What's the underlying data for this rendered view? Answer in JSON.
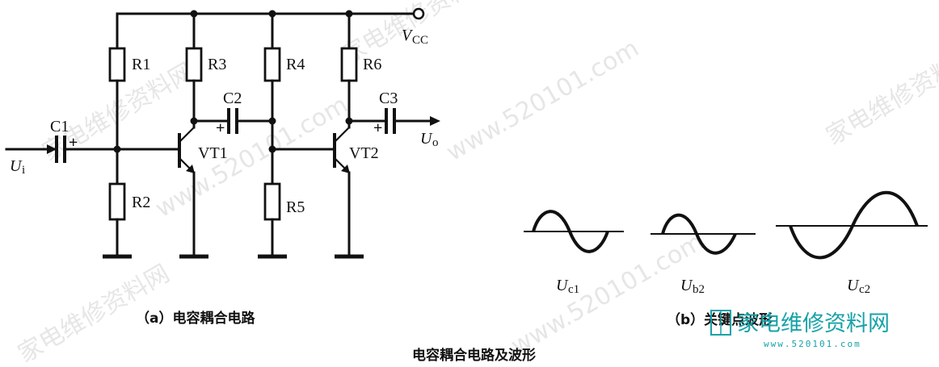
{
  "circuit": {
    "vcc": "V",
    "vcc_sub": "CC",
    "input": "U",
    "input_sub": "i",
    "output": "U",
    "output_sub": "o",
    "resistors": [
      "R1",
      "R2",
      "R3",
      "R4",
      "R5",
      "R6"
    ],
    "capacitors": [
      "C1",
      "C2",
      "C3"
    ],
    "transistors": [
      "VT1",
      "VT2"
    ],
    "plus": "+"
  },
  "waveforms": [
    {
      "label": "U",
      "sub": "c1"
    },
    {
      "label": "U",
      "sub": "b2"
    },
    {
      "label": "U",
      "sub": "c2"
    }
  ],
  "captions": {
    "a": "（a）电容耦合电路",
    "b": "（b）关键点波形",
    "main": "电容耦合电路及波形"
  },
  "watermark": {
    "url": "www.520101.com",
    "cn": "家电维修资料网"
  },
  "logo": {
    "text": "家电维修资料网",
    "sub": "www.520101.com"
  },
  "colors": {
    "line": "#111111",
    "logo": "#17a2a8"
  }
}
